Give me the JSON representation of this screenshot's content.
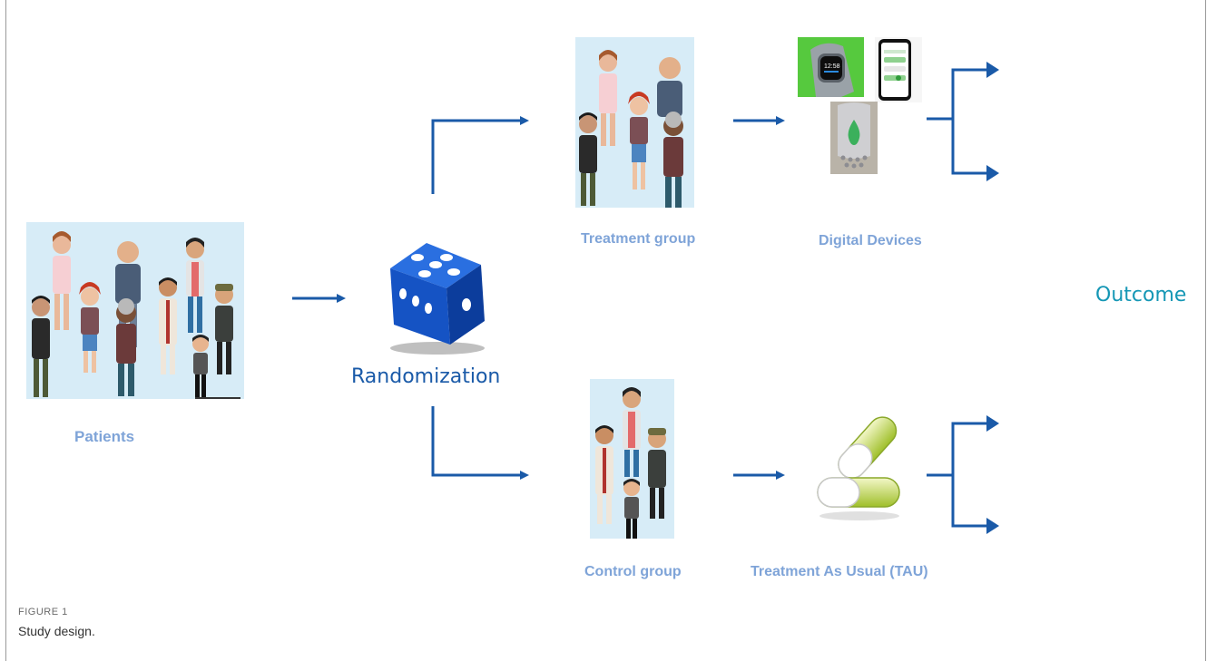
{
  "diagram": {
    "patients_label": "Patients",
    "randomization_label": "Randomization",
    "treatment_group_label": "Treatment group",
    "digital_devices_label": "Digital Devices",
    "control_group_label": "Control group",
    "tau_label": "Treatment As Usual (TAU)",
    "outcome_label": "Outcome",
    "icons": [
      "patients-illustration",
      "dice-icon",
      "treatment-group-illustration",
      "smartwatch-icon",
      "smartphone-icon",
      "diffuser-icon",
      "control-group-illustration",
      "pills-icon"
    ],
    "colors": {
      "arrow": "#1a5aa8",
      "group_label": "#7fa4d8",
      "outcome": "#1597b5",
      "panel_background": "#d7ecf7"
    }
  },
  "figure": {
    "label": "FIGURE 1",
    "caption": "Study design."
  }
}
